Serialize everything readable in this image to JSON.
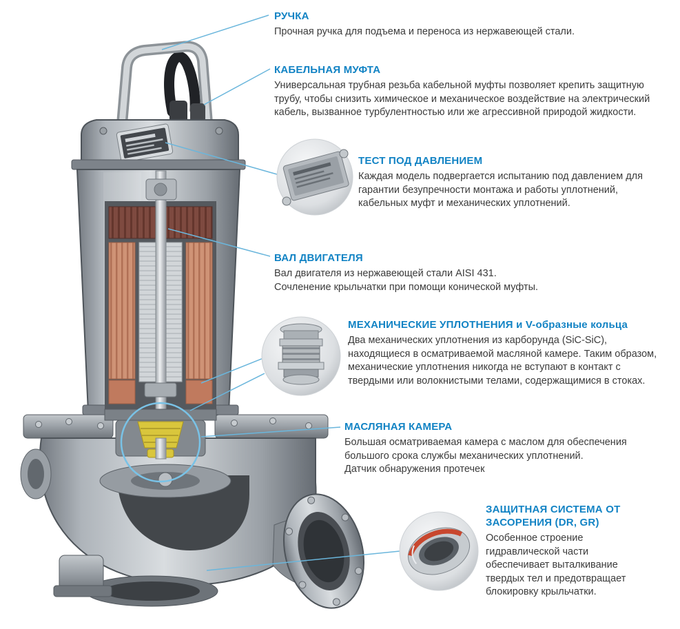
{
  "colors": {
    "accent_blue": "#1283c4",
    "callout_line_blue": "#6ab6dc",
    "body_text": "#3b3b3b",
    "oil_seal_yellow": "#d9c63c",
    "winding_copper": "#cf9376"
  },
  "callouts": [
    {
      "id": "handle",
      "title": "РУЧКА",
      "body": "Прочная ручка для подъема и переноса из нержавеющей стали."
    },
    {
      "id": "cable-gland",
      "title": "КАБЕЛЬНАЯ МУФТА",
      "body": "Универсальная трубная резьба кабельной муфты позволяет крепить защитную трубу, чтобы снизить химическое и механическое воздействие на электрический кабель, вызванное турбулентностью или же агрессивной природой жидкости."
    },
    {
      "id": "pressure-test",
      "title": "ТЕСТ ПОД ДАВЛЕНИЕМ",
      "body": "Каждая модель подвергается испытанию под давлением для гарантии безупречности монтажа и работы уплотнений, кабельных муфт и механических уплотнений."
    },
    {
      "id": "motor-shaft",
      "title": "ВАЛ ДВИГАТЕЛЯ",
      "body": "Вал двигателя из нержавеющей стали AISI 431.\nСочленение крыльчатки при помощи конической муфты."
    },
    {
      "id": "mechanical-seals",
      "title": "МЕХАНИЧЕСКИЕ УПЛОТНЕНИЯ и V-образные кольца",
      "body": "Два механических уплотнения из карборунда (SiC-SiC), находящиеся в осматриваемой масляной камере. Таким образом, механические уплотнения никогда не вступают в контакт с твердыми или волокнистыми телами, содержащимися в стоках."
    },
    {
      "id": "oil-chamber",
      "title": "МАСЛЯНАЯ КАМЕРА",
      "body": "Большая осматриваемая камера с маслом для обеспечения большого срока службы механических уплотнений.\nДатчик обнаружения протечек"
    },
    {
      "id": "anti-clog",
      "title": "ЗАЩИТНАЯ СИСТЕМА ОТ ЗАСОРЕНИЯ (DR, GR)",
      "body": "Особенное строение гидравлической части обеспечивает выталкивание твердых тел и предотвращает блокировку крыльчатки."
    }
  ]
}
